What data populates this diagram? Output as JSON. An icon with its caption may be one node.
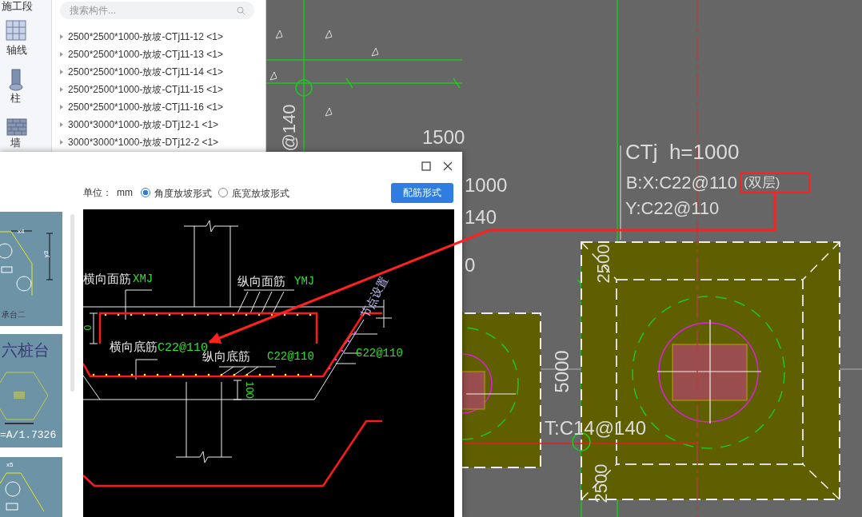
{
  "diagram": {
    "nodes": [
      {
        "text": [
          "(双层)"
        ],
        "beside": [
          "B:X:C22@110"
        ]
      },
      {
        "text": [
          "横向底筋",
          "C22@110"
        ]
      }
    ],
    "edges": [
      {
        "from": 0,
        "to": 1,
        "arrow": "to"
      }
    ],
    "labels": [
      "施工段",
      "搜索构件...",
      "2500*2500*1000-放坡-CTj11-12 <1>",
      "2500*2500*1000-放坡-CTj11-13 <1>",
      "2500*2500*1000-放坡-CTj11-14 <1>",
      "2500*2500*1000-放坡-CTj11-15 <1>",
      "2500*2500*1000-放坡-CTj11-16 <1>",
      "3000*3000*1000-放坡-DTj12-1 <1>",
      "3000*3000*1000-放坡-DTj12-2 <1>",
      "轴线",
      "柱",
      "墙",
      "@140",
      "1500",
      "CTj  h=1000",
      "1000",
      "单位：",
      "mm",
      "角度放坡形式",
      "底宽放坡形式",
      "配筋形式",
      "140",
      "Y:C22@110",
      "0",
      "2500",
      "x4",
      "y3",
      "承台二",
      "横向面筋",
      "XMJ",
      "纵向面筋",
      "YMJ",
      "节点设置",
      "0",
      "纵向底筋",
      "C22@110",
      "C22@110",
      "六桩台",
      "5000",
      "100",
      "T:C14@140",
      "=A/1.7326",
      "x5",
      "2500"
    ]
  }
}
